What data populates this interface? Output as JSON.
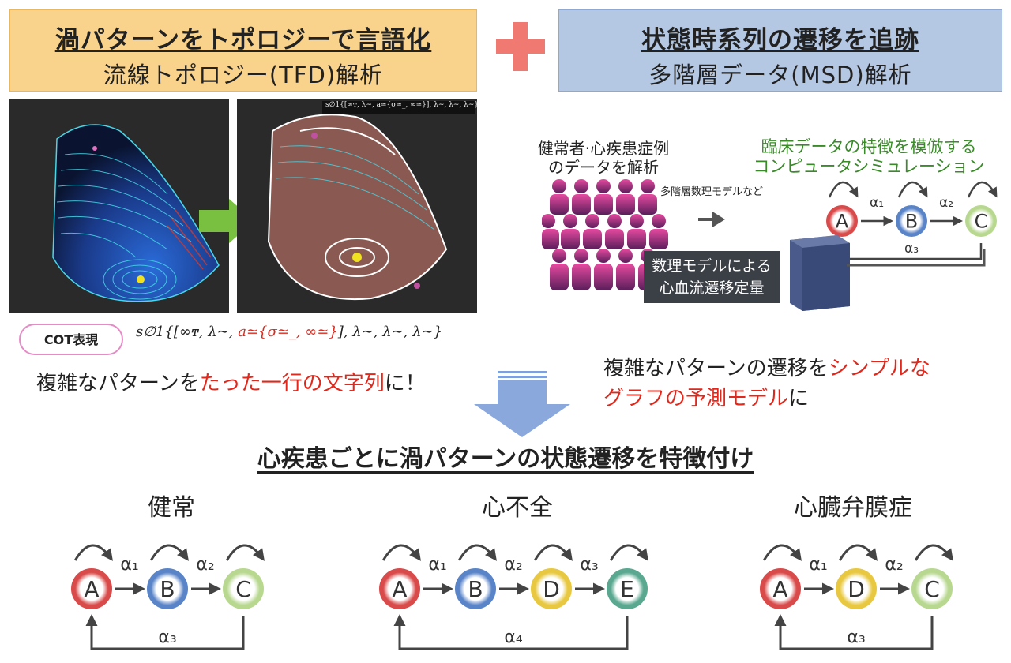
{
  "header_left": {
    "title": "渦パターンをトポロジーで言語化",
    "subtitle": "流線トポロジー(TFD)解析"
  },
  "header_right": {
    "title": "状態時系列の遷移を追跡",
    "subtitle": "多階層データ(MSD)解析"
  },
  "panel_caption": "s∅1{[∞ͳ, λ∼, a≃{σ≃_, ∞≃}], λ∼, λ∼, λ∼}",
  "right_section": {
    "patients_label_1": "健常者·心疾患症例",
    "patients_label_2": "のデータを解析",
    "model_label": "多階層数理モデルなど",
    "simulation_label_1": "臨床データの特徴を模倣する",
    "simulation_label_2": "コンピュータシミュレーション",
    "quant_box_1": "数理モデルによる",
    "quant_box_2": "心血流遷移定量"
  },
  "cot": {
    "badge": "COT表現",
    "formula_prefix": "s∅1{[∞ͳ, λ∼, ",
    "formula_red": "a≃{σ≃_, ∞≃}",
    "formula_suffix": "], λ∼, λ∼, λ∼}"
  },
  "left_message": {
    "part1": "複雑なパターンを",
    "part2": "たった一行の文字列",
    "part3": "に！"
  },
  "right_message": {
    "part1": "複雑なパターンの遷移を",
    "part2": "シンプルな",
    "part3": "グラフの予測モデル",
    "part4": "に"
  },
  "section_title": "心疾患ごとに渦パターンの状態遷移を特徴付け",
  "graphs": [
    {
      "title": "健常",
      "nodes": [
        "A",
        "B",
        "C"
      ],
      "edges": [
        "α₁",
        "α₂"
      ],
      "loop": "α₃"
    },
    {
      "title": "心不全",
      "nodes": [
        "A",
        "B",
        "D",
        "E"
      ],
      "edges": [
        "α₁",
        "α₂",
        "α₃"
      ],
      "loop": "α₄"
    },
    {
      "title": "心臓弁膜症",
      "nodes": [
        "A",
        "D",
        "C"
      ],
      "edges": [
        "α₁",
        "α₂"
      ],
      "loop": "α₃"
    }
  ],
  "top_graph": {
    "nodes": [
      "A",
      "B",
      "C"
    ],
    "edges": [
      "α₁",
      "α₂"
    ],
    "loop": "α₃"
  },
  "colors": {
    "A": "#d94a4a",
    "B": "#5a84c8",
    "C": "#b8d890",
    "D": "#e8c840",
    "E": "#5aa890",
    "accent_red": "#e0281c",
    "accent_green": "#3a8a2a",
    "plus": "#f07a72"
  }
}
